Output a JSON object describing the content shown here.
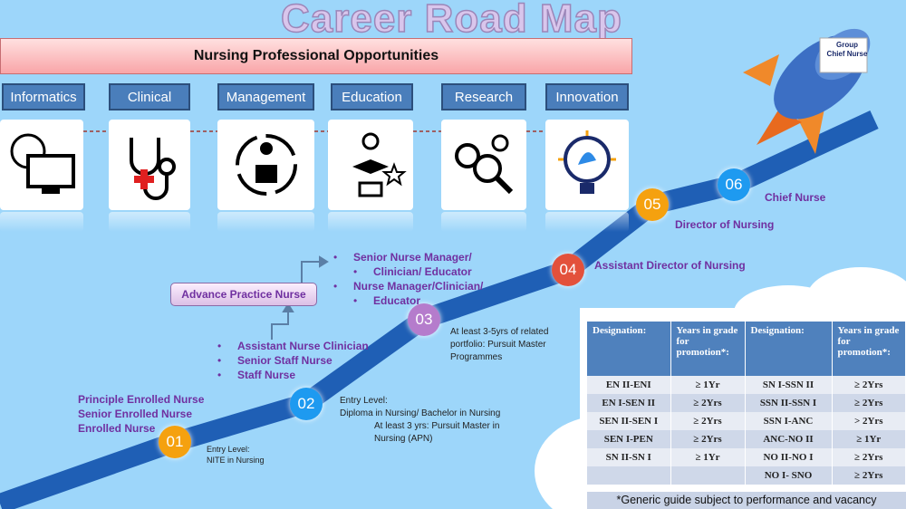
{
  "title": "Career Road Map",
  "banner": "Nursing Professional Opportunities",
  "categories": [
    "Informatics",
    "Clinical",
    "Management",
    "Education",
    "Research",
    "Innovation"
  ],
  "rocket_label": "Group Chief Nurse",
  "milestones": [
    {
      "num": "01",
      "color": "#f5a10f",
      "titles": [
        "Principle Enrolled Nurse",
        "Senior Enrolled Nurse",
        "Enrolled Nurse"
      ],
      "notes": [
        "Entry Level:",
        "NITE in Nursing"
      ]
    },
    {
      "num": "02",
      "color": "#1e9af0",
      "titles": [
        "Assistant Nurse Clinician",
        "Senior Staff Nurse",
        "Staff Nurse"
      ],
      "notes": [
        "Entry Level:",
        "Diploma in Nursing/ Bachelor in Nursing",
        "At least 3 yrs: Pursuit Master in",
        "Nursing (APN)"
      ]
    },
    {
      "num": "03",
      "color": "#b57ccc",
      "titles": [
        "Senior Nurse Manager/",
        "Clinician/ Educator",
        "Nurse Manager/Clinician/",
        "Educator"
      ],
      "notes": [
        "At least 3-5yrs of related",
        "portfolio: Pursuit Master",
        "Programmes"
      ]
    },
    {
      "num": "04",
      "color": "#e3513b",
      "titles": [
        "Assistant Director of Nursing"
      ]
    },
    {
      "num": "05",
      "color": "#f5a10f",
      "titles": [
        "Director of Nursing"
      ]
    },
    {
      "num": "06",
      "color": "#1e9af0",
      "titles": [
        "Chief Nurse"
      ]
    }
  ],
  "apn": "Advance Practice Nurse",
  "table": {
    "headers": [
      "Designation:",
      "Years in grade for promotion*:",
      "Designation:",
      "Years in grade for promotion*:"
    ],
    "rows": [
      [
        "EN II-ENI",
        "≥ 1Yr",
        "SN I-SSN II",
        "≥ 2Yrs"
      ],
      [
        "EN I-SEN II",
        "≥ 2Yrs",
        "SSN II-SSN I",
        "≥ 2Yrs"
      ],
      [
        "SEN II-SEN I",
        "≥ 2Yrs",
        "SSN I-ANC",
        "> 2Yrs"
      ],
      [
        "SEN I-PEN",
        "≥ 2Yrs",
        "ANC-NO II",
        "≥ 1Yr"
      ],
      [
        "SN II-SN I",
        "≥ 1Yr",
        "NO II-NO I",
        "≥ 2Yrs"
      ],
      [
        "",
        "",
        "NO I- SNO",
        "≥ 2Yrs"
      ]
    ],
    "note": "*Generic guide subject to performance and vacancy"
  }
}
